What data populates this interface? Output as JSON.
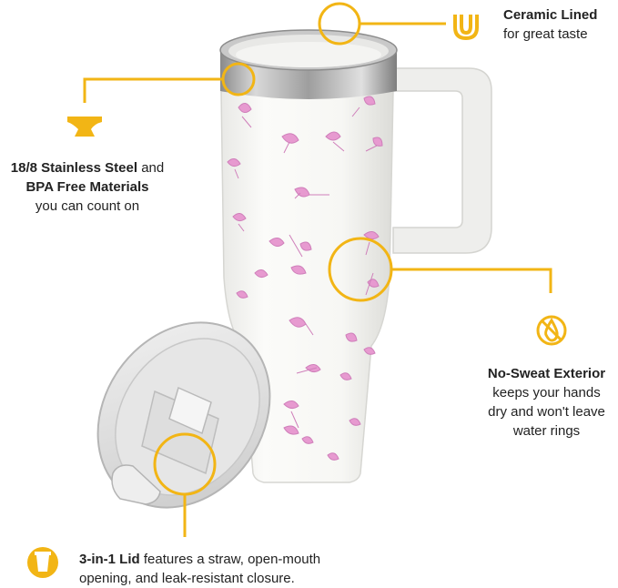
{
  "colors": {
    "accent": "#f2b515",
    "text": "#222222",
    "background": "#ffffff",
    "floral_pink": "#e79ad0"
  },
  "callouts": {
    "ceramic": {
      "icon": "u-shape-icon",
      "title": "Ceramic Lined",
      "body": "for great taste"
    },
    "steel": {
      "icon": "anvil-icon",
      "title_a": "18/8 Stainless Steel",
      "and_word": "and",
      "title_b": "BPA Free Materials",
      "body": "you can count on"
    },
    "sweat": {
      "icon": "no-droplet-icon",
      "title": "No-Sweat Exterior",
      "line1": "keeps your hands",
      "line2": "dry and won't leave",
      "line3": "water rings"
    },
    "lid": {
      "icon": "lid-cup-icon",
      "title": "3-in-1 Lid",
      "line1_rest": "features a straw, open-mouth",
      "line2": "opening, and leak-resistant closure."
    }
  }
}
